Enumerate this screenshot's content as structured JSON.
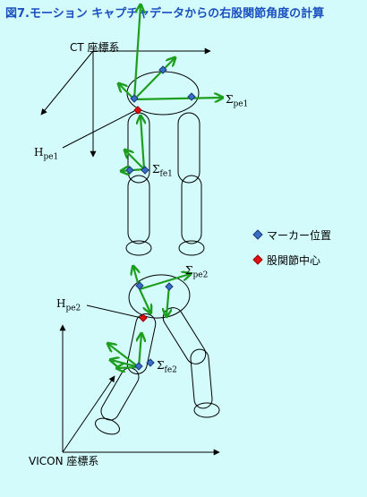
{
  "title": "図7.モーション キャプチャデータからの右股関節角度の計算",
  "labels": {
    "ct_frame": "CT 座標系",
    "vicon_frame": "VICON 座標系",
    "sigma_pe1": {
      "sym": "Σ",
      "sub": "pe1"
    },
    "sigma_fe1": {
      "sym": "Σ",
      "sub": "fe1"
    },
    "sigma_pe2": {
      "sym": "Σ",
      "sub": "pe2"
    },
    "sigma_fe2": {
      "sym": "Σ",
      "sub": "fe2"
    },
    "h_pe1": {
      "sym": "H",
      "sub": "pe1"
    },
    "h_pe2": {
      "sym": "H",
      "sub": "pe2"
    }
  },
  "legend": {
    "marker_position": "マーカー位置",
    "hip_joint_center": "股関節中心"
  },
  "colors": {
    "background": "#d3fbfb",
    "title": "#1a4fc0",
    "vector_green": "#1e9e1e",
    "marker_blue": "#3a6ec8",
    "hip_center_red": "#e01010"
  }
}
